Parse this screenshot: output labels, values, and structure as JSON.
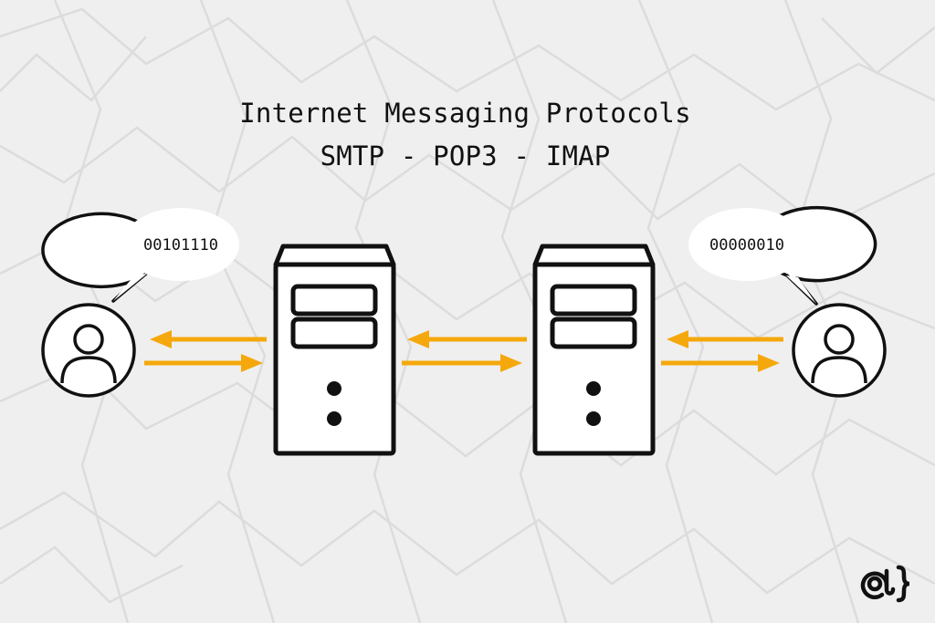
{
  "title": "Internet Messaging Protocols",
  "subtitle": "SMTP - POP3 - IMAP",
  "left_user": {
    "icon": "user-avatar-icon",
    "speech_bubble": "00101110"
  },
  "right_user": {
    "icon": "user-avatar-icon",
    "speech_bubble": "00000010"
  },
  "servers": [
    {
      "icon": "server-tower-icon"
    },
    {
      "icon": "server-tower-icon"
    }
  ],
  "links": [
    {
      "from": "left-user",
      "to": "left-server",
      "icon": "bidirectional-arrows-icon"
    },
    {
      "from": "left-server",
      "to": "right-server",
      "icon": "bidirectional-arrows-icon"
    },
    {
      "from": "right-server",
      "to": "right-user",
      "icon": "bidirectional-arrows-icon"
    }
  ],
  "logo": {
    "icon": "at-brace-logo-icon"
  },
  "colors": {
    "background": "#efefef",
    "pattern_lines": "#dcdcdc",
    "arrows": "#f5a80c",
    "outline": "#111111",
    "fill": "#ffffff"
  }
}
